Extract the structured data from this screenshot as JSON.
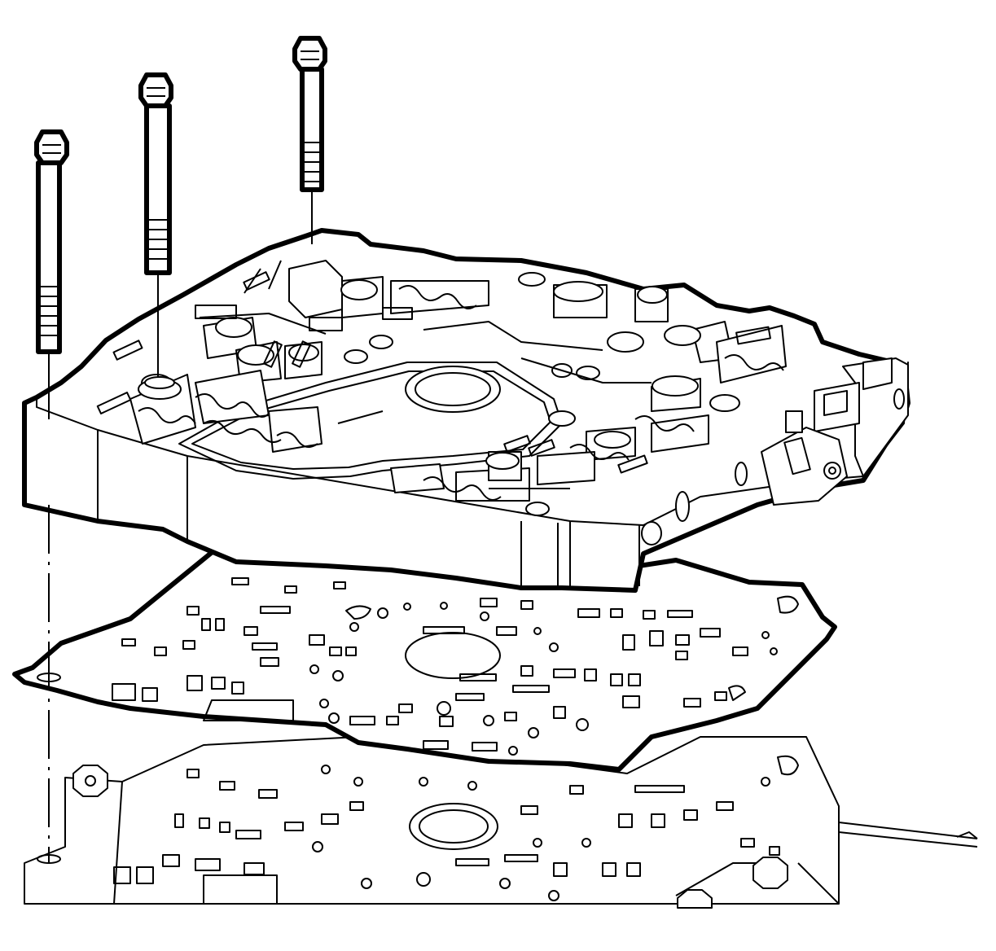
{
  "figure": {
    "colors": {
      "line": "#000000",
      "background": "#ffffff"
    },
    "parts": [
      "bolt",
      "bolt",
      "bolt",
      "valve-body",
      "spacer-plate-gasket",
      "transmission-case"
    ]
  }
}
